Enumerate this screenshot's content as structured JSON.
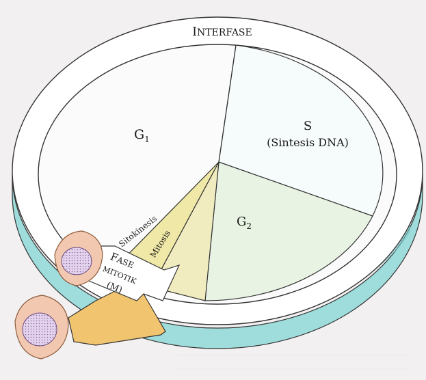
{
  "diagram": {
    "ring_label_first": "I",
    "ring_label_rest": "NTERFASE",
    "phases": {
      "g1": {
        "letter": "G",
        "sub": "1"
      },
      "s": {
        "letter": "S",
        "detail": "(Sintesis DNA)"
      },
      "g2": {
        "letter": "G",
        "sub": "2"
      },
      "sitokinesis": "Sitokinesis",
      "mitosis": "Mitosis"
    },
    "arrow": {
      "line1_first": "F",
      "line1_rest": "ASE",
      "line2": "MITOTIK",
      "line3": "(M)"
    }
  },
  "colors": {
    "paper": "#f3f0f1",
    "ring_top": "#ffffff",
    "ring_side": "#9fdcdc",
    "s_wedge": "#f6fbfb",
    "g2_wedge": "#e8f3e3",
    "sitokinesis_wedge": "#efe8a6",
    "mitosis_wedge": "#f1ebc0",
    "arrow_front": "#ffffff",
    "arrow_side": "#f1c56f",
    "cell": "#f2c9b0",
    "nucleus": "#d9c6e6"
  }
}
